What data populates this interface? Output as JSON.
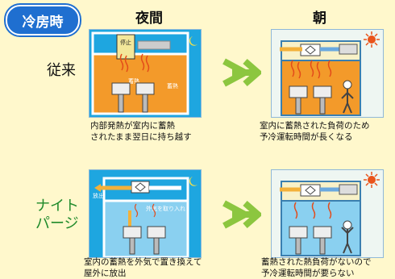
{
  "badge": "冷房時",
  "headers": {
    "night": "夜間",
    "morning": "朝"
  },
  "rows": {
    "conventional": {
      "label": "従来"
    },
    "night_purge": {
      "label_line1": "ナイト",
      "label_line2": "パージ"
    }
  },
  "panels": {
    "conv_night": {
      "stop_sign": "停止",
      "heat_left": "蓄熱",
      "heat_right": "蓄熱"
    },
    "purge_night": {
      "exhaust": "放出",
      "intake": "外気を取り入れ"
    }
  },
  "captions": {
    "conv_night": [
      "内部発熱が室内に蓄熱",
      "されたまま翌日に持ち越す"
    ],
    "conv_morning": [
      "室内に蓄熱された負荷のため",
      "予冷運転時間が長くなる"
    ],
    "purge_night": [
      "室内の蓄熱を外気で置き換えて",
      "屋外に放出"
    ],
    "purge_morning": [
      "蓄熱された熱負荷がないので",
      "予冷運転時間が要らない"
    ]
  }
}
